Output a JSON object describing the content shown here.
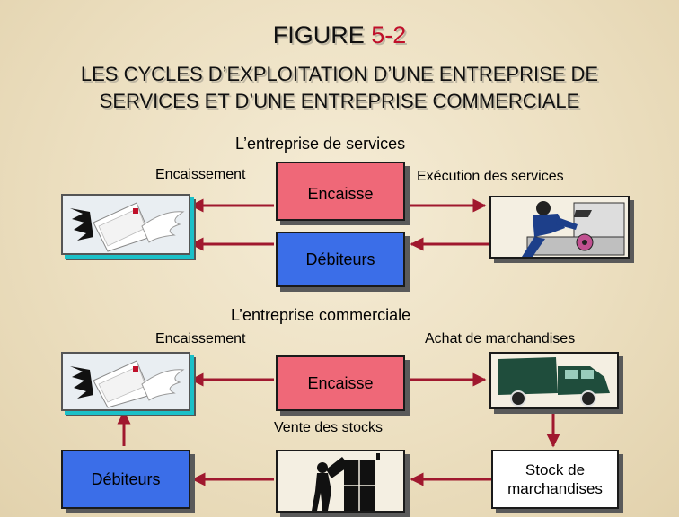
{
  "figure": {
    "label": "FIGURE",
    "number": "5-2"
  },
  "title": {
    "line1": "LES CYCLES D’EXPLOITATION D’UNE ENTREPRISE DE",
    "line2": "SERVICES ET D’UNE ENTREPRISE COMMERCIALE"
  },
  "services": {
    "heading": "L’entreprise de services",
    "encaissement_label": "Encaissement",
    "execution_label": "Exécution des services",
    "encaisse_box": "Encaisse",
    "debiteurs_box": "Débiteurs"
  },
  "commerce": {
    "heading": "L’entreprise commerciale",
    "encaissement_label": "Encaissement",
    "achat_label": "Achat de marchandises",
    "encaisse_box": "Encaisse",
    "vente_label": "Vente des stocks",
    "debiteurs_box": "Débiteurs",
    "stock_box_line1": "Stock de",
    "stock_box_line2": "marchandises"
  },
  "colors": {
    "arrow": "#a0182e",
    "encaisse": "#ef6878",
    "debiteurs": "#3b6ee8",
    "accent_number": "#c0102a"
  },
  "icons": [
    "flying-money-icon",
    "mechanic-icon",
    "flying-money-icon",
    "truck-icon",
    "shopkeeper-icon"
  ]
}
